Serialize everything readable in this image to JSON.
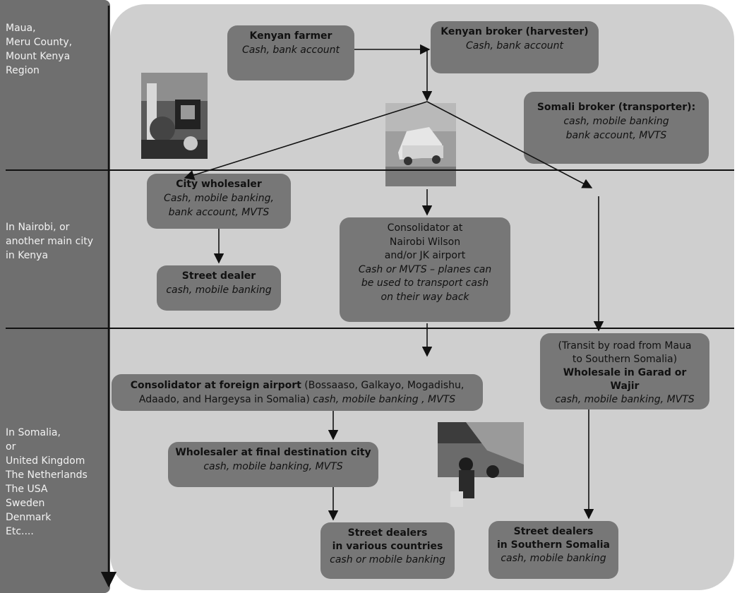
{
  "regions": {
    "kenya_region": "Maua,\nMeru County,\nMount Kenya\nRegion",
    "kenya_city": "In Nairobi, or\nanother main city\nin Kenya",
    "somalia": "In Somalia,\nor\nUnited Kingdom\nThe Netherlands\nThe USA\nSweden\nDenmark\nEtc...."
  },
  "nodes": {
    "kenyan_farmer": {
      "title": "Kenyan farmer",
      "sub": "Cash, bank account"
    },
    "kenyan_broker": {
      "title": "Kenyan broker (harvester)",
      "sub": "Cash, bank account"
    },
    "somali_broker": {
      "title": "Somali broker (transporter):",
      "sub": "cash, mobile banking\nbank account, MVTS"
    },
    "city_wholesaler": {
      "title": "City wholesaler",
      "sub": "Cash, mobile banking,\nbank account, MVTS"
    },
    "street_dealer": {
      "title": "Street dealer",
      "sub": "cash, mobile banking"
    },
    "consolidator_nairobi": {
      "text": "Consolidator at\nNairobi Wilson\nand/or JK airport",
      "sub": "Cash or MVTS – planes can\nbe used to transport cash\non their way back"
    },
    "transit": {
      "text": "(Transit by road from Maua\nto Southern Somalia)",
      "title": "Wholesale in Garad or Wajir",
      "sub": "cash, mobile banking, MVTS"
    },
    "consolidator_foreign": {
      "title": "Consolidator at foreign airport",
      "text": " (Bossaaso, Galkayo, Mogadishu,\nAdaado, and Hargeysa in Somalia) ",
      "sub": "cash, mobile banking , MVTS"
    },
    "wholesaler_final": {
      "title": "Wholesaler at final destination city",
      "sub": "cash, mobile banking, MVTS"
    },
    "street_dealers_various": {
      "title": "Street dealers\nin various countries",
      "sub": "cash or mobile banking"
    },
    "street_dealers_somalia": {
      "title": "Street dealers\nin Southern Somalia",
      "sub": "cash, mobile banking"
    }
  }
}
